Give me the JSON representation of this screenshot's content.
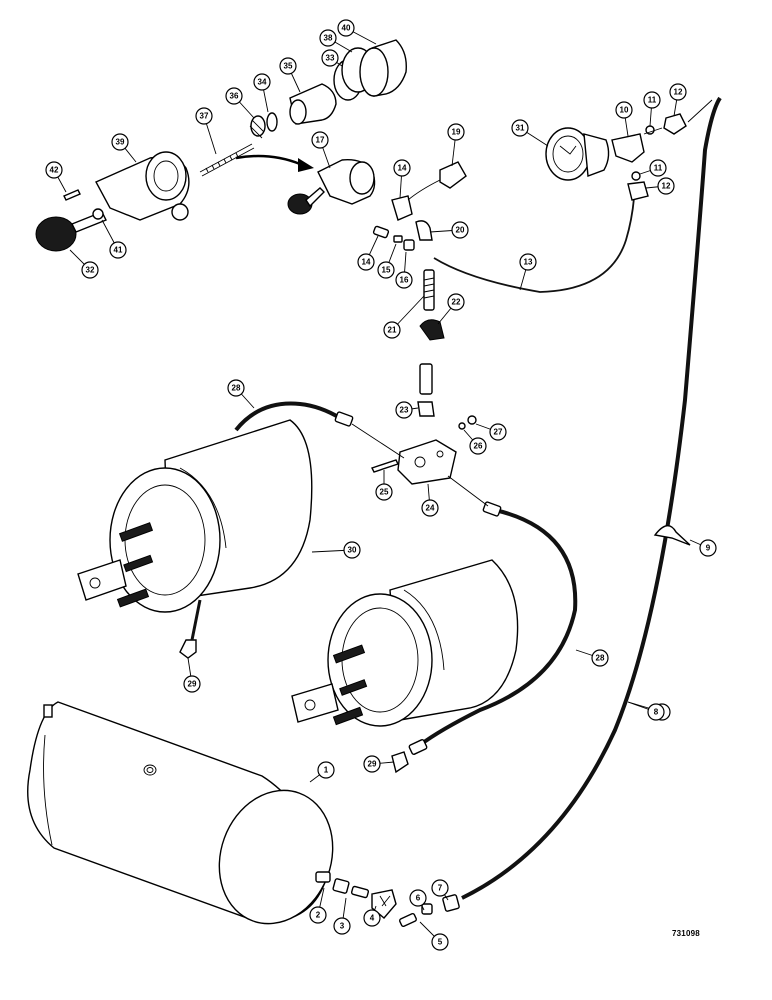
{
  "drawing_number": "731098",
  "callouts": [
    {
      "id": "c1",
      "label": "1"
    },
    {
      "id": "c2",
      "label": "2"
    },
    {
      "id": "c3",
      "label": "3"
    },
    {
      "id": "c4",
      "label": "4"
    },
    {
      "id": "c5",
      "label": "5"
    },
    {
      "id": "c6",
      "label": "6"
    },
    {
      "id": "c7",
      "label": "7"
    },
    {
      "id": "c8a",
      "label": "8"
    },
    {
      "id": "c8b",
      "label": "8"
    },
    {
      "id": "c9",
      "label": "9"
    },
    {
      "id": "c10",
      "label": "10"
    },
    {
      "id": "c11a",
      "label": "11"
    },
    {
      "id": "c11b",
      "label": "11"
    },
    {
      "id": "c12a",
      "label": "12"
    },
    {
      "id": "c12b",
      "label": "12"
    },
    {
      "id": "c13",
      "label": "13"
    },
    {
      "id": "c14a",
      "label": "14"
    },
    {
      "id": "c14b",
      "label": "14"
    },
    {
      "id": "c15",
      "label": "15"
    },
    {
      "id": "c16",
      "label": "16"
    },
    {
      "id": "c17",
      "label": "17"
    },
    {
      "id": "c19",
      "label": "19"
    },
    {
      "id": "c20",
      "label": "20"
    },
    {
      "id": "c21",
      "label": "21"
    },
    {
      "id": "c22",
      "label": "22"
    },
    {
      "id": "c23",
      "label": "23"
    },
    {
      "id": "c24",
      "label": "24"
    },
    {
      "id": "c25",
      "label": "25"
    },
    {
      "id": "c26",
      "label": "26"
    },
    {
      "id": "c27",
      "label": "27"
    },
    {
      "id": "c28a",
      "label": "28"
    },
    {
      "id": "c28b",
      "label": "28"
    },
    {
      "id": "c29a",
      "label": "29"
    },
    {
      "id": "c29b",
      "label": "29"
    },
    {
      "id": "c30",
      "label": "30"
    },
    {
      "id": "c31",
      "label": "31"
    },
    {
      "id": "c32",
      "label": "32"
    },
    {
      "id": "c33",
      "label": "33"
    },
    {
      "id": "c34",
      "label": "34"
    },
    {
      "id": "c35",
      "label": "35"
    },
    {
      "id": "c36",
      "label": "36"
    },
    {
      "id": "c37",
      "label": "37"
    },
    {
      "id": "c38",
      "label": "38"
    },
    {
      "id": "c39",
      "label": "39"
    },
    {
      "id": "c40",
      "label": "40"
    },
    {
      "id": "c41",
      "label": "41"
    },
    {
      "id": "c42",
      "label": "42"
    }
  ]
}
